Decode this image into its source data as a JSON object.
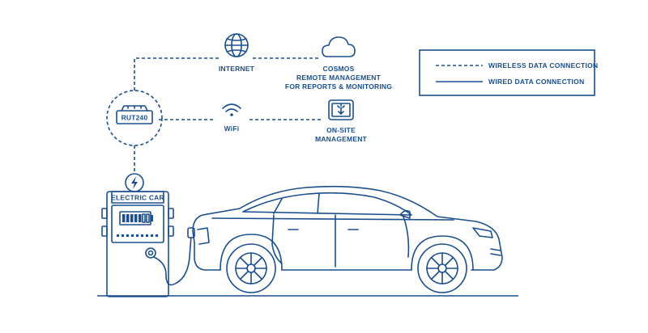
{
  "nodes": {
    "internet": "INTERNET",
    "cosmos_line1": "COSMOS",
    "cosmos_line2": "REMOTE MANAGEMENT",
    "cosmos_line3": "FOR REPORTS & MONITORING",
    "router": "RUT240",
    "wifi": "WiFi",
    "onsite_line1": "ON-SITE",
    "onsite_line2": "MANAGEMENT",
    "charger": "ELECTRIC CAR"
  },
  "legend": {
    "wireless": "WIRELESS DATA CONNECTION",
    "wired": "WIRED DATA CONNECTION"
  },
  "colors": {
    "primary": "#1a4f8f",
    "background": "#ffffff"
  },
  "icons": [
    "globe-icon",
    "cloud-icon",
    "wifi-icon",
    "tablet-icon",
    "router-icon",
    "lightning-icon",
    "battery-icon"
  ]
}
